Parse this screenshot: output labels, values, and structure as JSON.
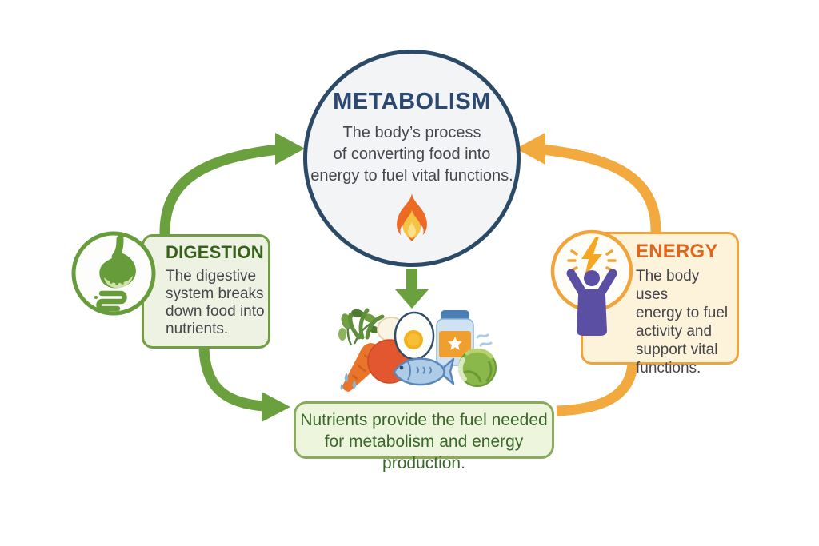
{
  "diagram_title": "Metabolism cycle infographic",
  "metabolism": {
    "title": "METABOLISM",
    "lines": [
      "The body’s process",
      "of converting food into",
      "energy to fuel vital functions."
    ],
    "icon": "flame-icon"
  },
  "digestion": {
    "title": "DIGESTION",
    "lines": [
      "The digestive",
      "system breaks",
      "down food into",
      "nutrients."
    ],
    "icon": "stomach-icon"
  },
  "energy": {
    "title": "ENERGY",
    "lines": [
      "The body uses",
      "energy to fuel",
      "activity and",
      "support vital",
      "functions."
    ],
    "icon": "lightning-person-icon"
  },
  "nutrients_note": {
    "lines": [
      "Nutrients provide the fuel needed",
      "for metabolism and energy production."
    ]
  },
  "foods": [
    "herbs",
    "carrot",
    "tomato",
    "egg",
    "jar",
    "fish",
    "broccoli"
  ],
  "arrows": [
    {
      "name": "digestion-to-metabolism",
      "color": "#6ba03e"
    },
    {
      "name": "energy-to-metabolism",
      "color": "#f2a93e"
    },
    {
      "name": "metabolism-to-foods",
      "color": "#6ba03e"
    },
    {
      "name": "digestion-to-nutrients-note",
      "color": "#6ba03e"
    },
    {
      "name": "nutrients-note-to-energy",
      "color": "#f2a93e"
    }
  ],
  "colors": {
    "background": "#ffffff",
    "navy": "#2b4a68",
    "circle_fill": "#f3f4f6",
    "green_arrow": "#6ba03e",
    "green_border": "#6f9f42",
    "green_card_fill": "#edf2e3",
    "note_fill": "#eef5dd",
    "green_title": "#35611b",
    "note_text": "#3a682c",
    "orange_arrow": "#f2a93e",
    "orange_border": "#f0a440",
    "cream_fill": "#fdf3da",
    "orange_title": "#e0661e",
    "purple": "#5b4fa3",
    "body_text": "#45454b"
  }
}
